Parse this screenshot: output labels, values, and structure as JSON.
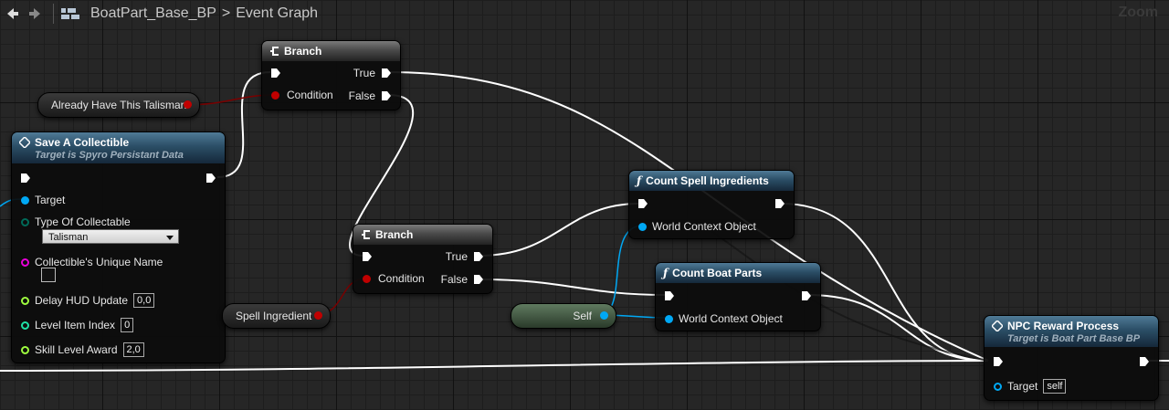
{
  "toolbar": {
    "blueprint_name": "BoatPart_Base_BP",
    "breadcrumb_sep": ">",
    "graph_name": "Event Graph",
    "zoom_label": "Zoom"
  },
  "nodes": {
    "branch1": {
      "title": "Branch",
      "true_label": "True",
      "false_label": "False",
      "condition_label": "Condition"
    },
    "branch2": {
      "title": "Branch",
      "true_label": "True",
      "false_label": "False",
      "condition_label": "Condition"
    },
    "save_collectible": {
      "title": "Save A Collectible",
      "subtitle": "Target is Spyro Persistant Data",
      "target_label": "Target",
      "type_label": "Type Of Collectable",
      "type_value": "Talisman",
      "unique_name_label": "Collectible's Unique Name",
      "delay_label": "Delay HUD Update",
      "delay_value": "0,0",
      "level_index_label": "Level Item Index",
      "level_index_value": "0",
      "skill_label": "Skill Level Award",
      "skill_value": "2,0"
    },
    "count_spell": {
      "title": "Count Spell Ingredients",
      "context_label": "World Context Object"
    },
    "count_boat": {
      "title": "Count Boat Parts",
      "context_label": "World Context Object"
    },
    "npc_reward": {
      "title": "NPC Reward Process",
      "subtitle": "Target is Boat Part Base BP",
      "target_label": "Target",
      "target_value": "self"
    }
  },
  "variables": {
    "already_have": "Already Have This Talisman",
    "spell_ingredient": "Spell Ingredient",
    "self": "Self"
  },
  "colors": {
    "exec": "#ffffff",
    "bool": "#8c0000",
    "object": "#00a8f4",
    "byte": "#006b59",
    "string": "#e800d8",
    "float": "#9efc3f",
    "int": "#1fe0a6",
    "function_header": "#2b4e66",
    "branch_header": "#4a4a4a"
  }
}
